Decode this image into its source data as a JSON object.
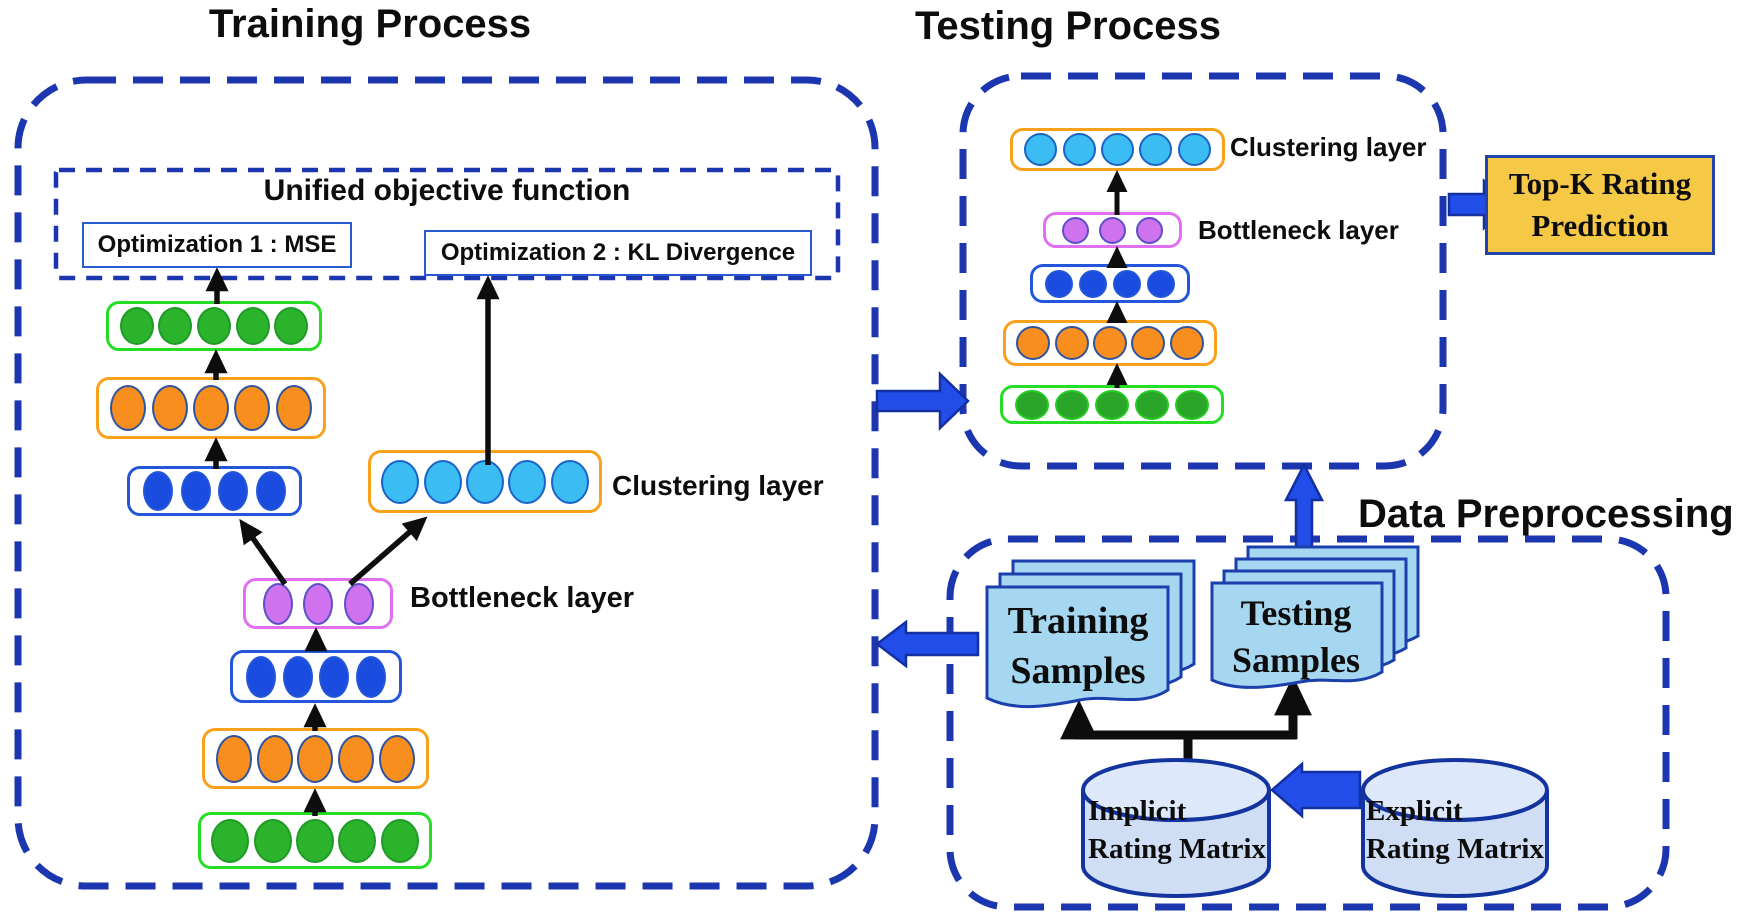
{
  "sections": {
    "training": {
      "title": "Training Process"
    },
    "testing": {
      "title": "Testing Process"
    },
    "preprocessing": {
      "title": "Data Preprocessing"
    }
  },
  "unified_objective": {
    "title": "Unified objective function",
    "optimization1": "Optimization 1 :  MSE",
    "optimization2": "Optimization 2 : KL Divergence"
  },
  "layer_labels": {
    "training_clustering": "Clustering layer",
    "training_bottleneck": "Bottleneck layer",
    "testing_clustering": "Clustering layer",
    "testing_bottleneck": "Bottleneck layer"
  },
  "topk_box": {
    "label": "Top-K Rating\nPrediction"
  },
  "preprocessing_items": {
    "training_samples": "Training\nSamples",
    "testing_samples": "Testing\nSamples",
    "implicit_matrix": "Implicit\nRating Matrix",
    "explicit_matrix": "Explicit\nRating Matrix"
  },
  "colors": {
    "dashed_border": "#1c36b0",
    "block_arrow_fill": "#234de8",
    "block_arrow_stroke": "#12309f",
    "black_arrow": "#0d0d0d",
    "topk_fill": "#f5c845",
    "topk_border": "#2244aa",
    "doc_fill": "#a6d7f0",
    "doc_border": "#1c3fae",
    "cylinder_fill": "#cfdef5",
    "cylinder_top_fill": "#dde9fb",
    "cylinder_border": "#13339e"
  },
  "layers": {
    "training_upper_green": {
      "count": 5,
      "w": 34,
      "h": 38,
      "fill": "#2cb32c",
      "stroke": "#1f9a27",
      "box": "#24dd24"
    },
    "training_upper_orange": {
      "count": 5,
      "w": 36,
      "h": 46,
      "fill": "#f78e1d",
      "stroke": "#30549e",
      "box": "#f9a11b"
    },
    "training_upper_blue": {
      "count": 4,
      "w": 30,
      "h": 40,
      "fill": "#1b4ce0",
      "stroke": "#2356d8",
      "box": "#2356d8"
    },
    "training_clustering": {
      "count": 5,
      "w": 38,
      "h": 44,
      "fill": "#3bbcf2",
      "stroke": "#1c63c8",
      "box": "#f9a11b"
    },
    "training_bottleneck": {
      "count": 3,
      "w": 30,
      "h": 42,
      "fill": "#cf72ee",
      "stroke": "#5b50c8",
      "box": "#e070f0"
    },
    "training_lower_blue": {
      "count": 4,
      "w": 30,
      "h": 42,
      "fill": "#1b4ce0",
      "stroke": "#2356d8",
      "box": "#2356d8"
    },
    "training_lower_orange": {
      "count": 5,
      "w": 36,
      "h": 48,
      "fill": "#f78e1d",
      "stroke": "#30549e",
      "box": "#f9a11b"
    },
    "training_lower_green": {
      "count": 5,
      "w": 38,
      "h": 44,
      "fill": "#2cb32c",
      "stroke": "#1f9a27",
      "box": "#24dd24"
    },
    "testing_clustering": {
      "count": 5,
      "w": 33,
      "h": 33,
      "fill": "#3bbcf2",
      "stroke": "#1c63c8",
      "box": "#f9a11b"
    },
    "testing_bottleneck": {
      "count": 3,
      "w": 27,
      "h": 27,
      "fill": "#cf72ee",
      "stroke": "#5b50c8",
      "box": "#e070f0"
    },
    "testing_blue": {
      "count": 4,
      "w": 28,
      "h": 28,
      "fill": "#1b4ce0",
      "stroke": "#2356d8",
      "box": "#2356d8"
    },
    "testing_orange": {
      "count": 5,
      "w": 34,
      "h": 34,
      "fill": "#f78e1d",
      "stroke": "#30549e",
      "box": "#f9a11b"
    },
    "testing_green": {
      "count": 5,
      "w": 34,
      "h": 30,
      "fill": "#2aa52a",
      "stroke": "#22cc22",
      "box": "#24dd24"
    }
  }
}
